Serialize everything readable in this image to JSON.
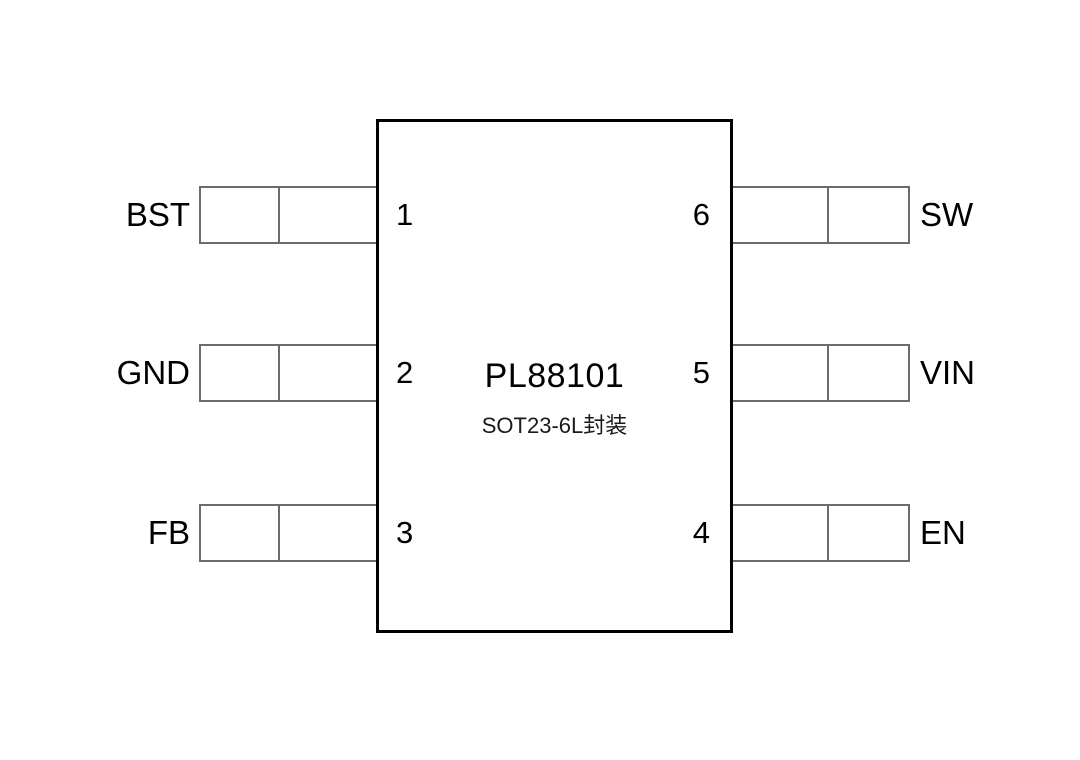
{
  "diagram": {
    "type": "ic-pinout",
    "part_number": "PL88101",
    "package": "SOT23-6L封装",
    "pins": {
      "left": [
        {
          "number": "1",
          "name": "BST"
        },
        {
          "number": "2",
          "name": "GND"
        },
        {
          "number": "3",
          "name": "FB"
        }
      ],
      "right": [
        {
          "number": "6",
          "name": "SW"
        },
        {
          "number": "5",
          "name": "VIN"
        },
        {
          "number": "4",
          "name": "EN"
        }
      ]
    },
    "colors": {
      "body_border": "#000000",
      "pin_border": "#6b6b6b",
      "background": "#ffffff",
      "text": "#000000"
    }
  }
}
